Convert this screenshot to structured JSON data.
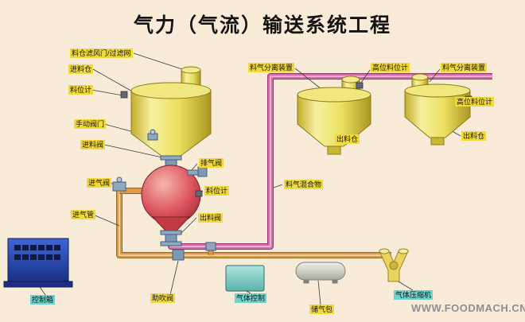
{
  "title": "气力（气流）输送系统工程",
  "watermark": "WWW.FOODMACH.CN",
  "colors": {
    "background": "#f8ecd8",
    "label_yellow": "#f2d93a",
    "label_cyan": "#6fd3cd",
    "pipe_magenta": "#cf6ea8",
    "pipe_orange": "#d99a4e",
    "equipment_yellow": "#ece05e",
    "vessel_red": "#dd5560",
    "control_box_blue": "#2a4fc0"
  },
  "labels": [
    {
      "text": "料仓滤风门/过滤网"
    },
    {
      "text": "进料仓"
    },
    {
      "text": "料位计"
    },
    {
      "text": "手动阀门"
    },
    {
      "text": "进料阀"
    },
    {
      "text": "排气阀"
    },
    {
      "text": "进气阀"
    },
    {
      "text": "料位计"
    },
    {
      "text": "进气管"
    },
    {
      "text": "出料阀"
    },
    {
      "text": "料气分离装置"
    },
    {
      "text": "高位料位计"
    },
    {
      "text": "料气分离装置"
    },
    {
      "text": "高位料位计"
    },
    {
      "text": "出料仓"
    },
    {
      "text": "出料仓"
    },
    {
      "text": "料气混合物"
    },
    {
      "text": "控制箱"
    },
    {
      "text": "助吹阀"
    },
    {
      "text": "气体控制"
    },
    {
      "text": "储气包"
    },
    {
      "text": "气体压缩机"
    }
  ]
}
